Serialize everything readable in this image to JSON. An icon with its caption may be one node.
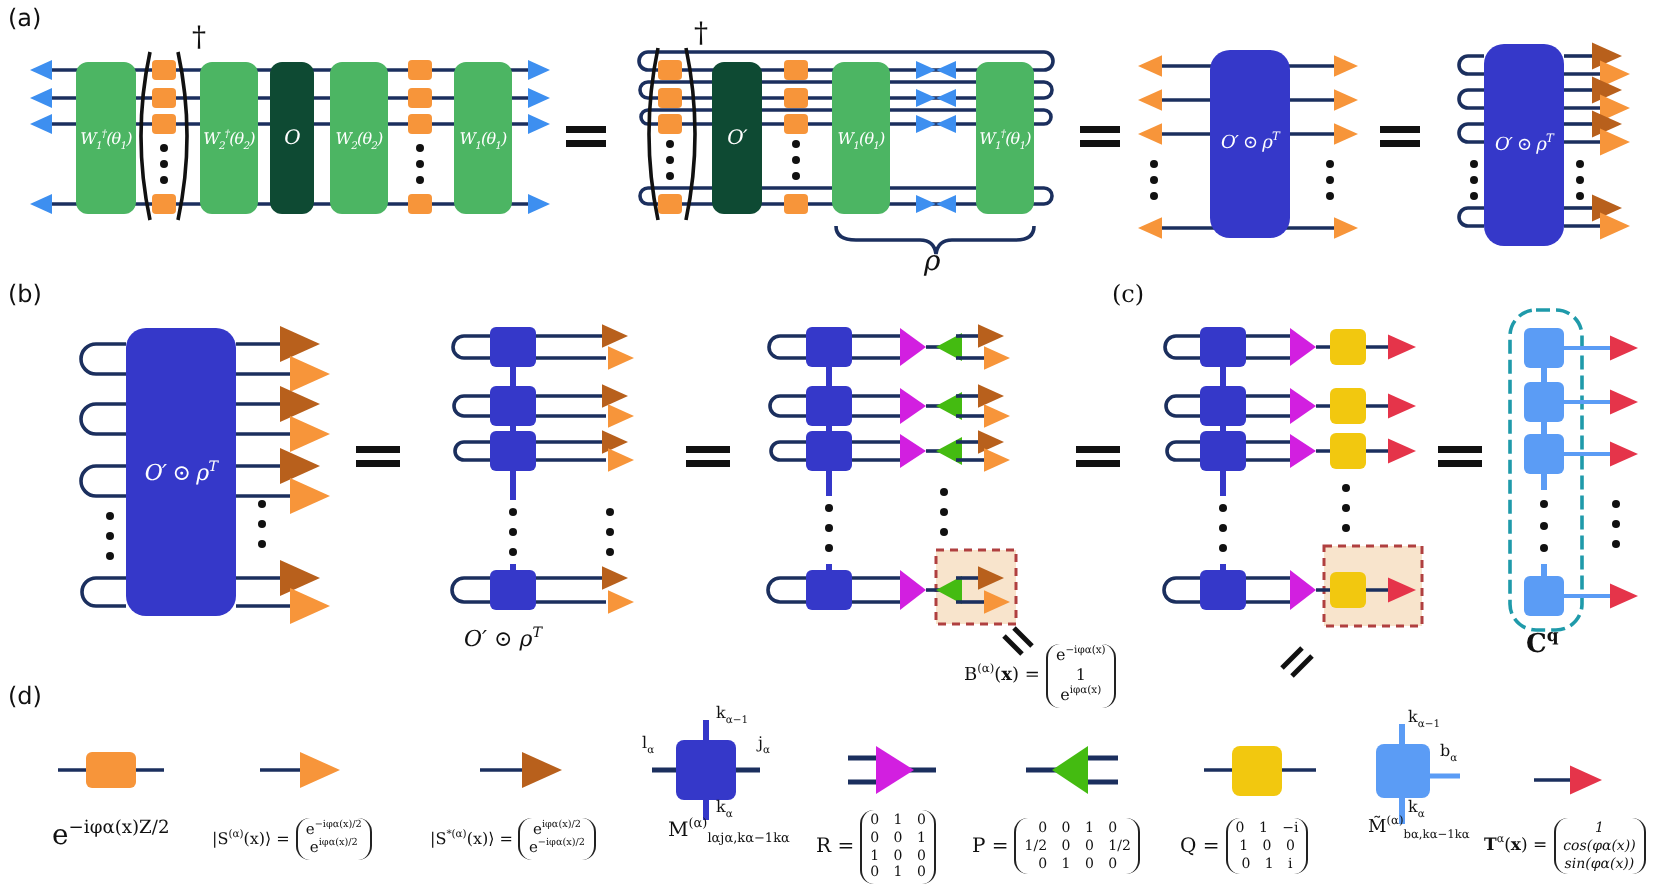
{
  "diagram": {
    "nodes": [
      {
        "text": [
          "W$_{1}$$^{†}$(θ$_{1}$)"
        ]
      },
      {
        "text": [
          "W$_{2}$$^{†}$(θ$_{2}$)"
        ]
      },
      {
        "text": [
          "O"
        ]
      },
      {
        "text": [
          "W$_{2}$(θ$_{2}$)"
        ]
      },
      {
        "text": [
          "W$_{1}$(θ$_{1}$)"
        ]
      },
      {
        "text": [
          "O′"
        ]
      },
      {
        "text": [
          "W$_{1}$(θ$_{1}$)"
        ]
      },
      {
        "text": [
          "W$_{1}$$^{†}$(θ$_{1}$)"
        ]
      },
      {
        "text": [
          "O′ ⊙ ρ$^{T}$"
        ]
      },
      {
        "text": [
          "O′ ⊙ ρ$^{T}$"
        ]
      },
      {
        "text": [
          "O′ ⊙ ρ$^{T}$"
        ]
      }
    ],
    "edges": [
      {
        "from": 9,
        "to": 9,
        "arrow": "none"
      },
      {
        "from": 9,
        "to": 9,
        "arrow": "none"
      },
      {
        "from": 9,
        "to": 9,
        "arrow": "none"
      },
      {
        "from": 9,
        "to": 9,
        "arrow": "none"
      },
      {
        "from": 10,
        "to": 10,
        "arrow": "none"
      },
      {
        "from": 10,
        "to": 10,
        "arrow": "none"
      },
      {
        "from": 10,
        "to": 10,
        "arrow": "none"
      },
      {
        "from": 10,
        "to": 10,
        "arrow": "none"
      }
    ],
    "labels": [
      "(a)",
      "†",
      "†",
      "ρ",
      "(b)",
      "O′ ⊙ ρ$^{T}$",
      "(c)",
      "C$^{q}$",
      "B$^{(α)}$(**x**) =",
      "e$^{−iφα(x)}$",
      "1",
      "e$^{iφα(x)}$",
      "(d)",
      "e$^{−iφα(x)Z/2}$",
      "|S$^{(α)}$(x)⟩ =",
      "e$^{−iφα(x)/2}$",
      "e$^{iφα(x)/2}$",
      "|S$^{*(α)}$(x)⟩ =",
      "e$^{iφα(x)/2}$",
      "e$^{−iφα(x)/2}$",
      "k$_{α−1}$",
      "l$_{α}$",
      "j$_{α}$",
      "k$_{α}$",
      "M$^{(α)}$$_{lαjα,kα−1kα}$",
      "R =",
      "0 1 0",
      "0 0 1",
      "1 0 0",
      "0 1 0",
      "P =",
      "0 0 1 0",
      "1/2 0 0 1/2",
      "0 1 0 0",
      "Q =",
      "0 1 −i",
      "1 0 0",
      "0 1 i",
      "k$_{α−1}$",
      "b$_{α}$",
      "k$_{α}$",
      "M̃$^{(α)}$$_{bα,kα−1kα}$",
      "**T**$^{α}$(**x**) =",
      "1",
      "cos(φα(x))",
      "sin(φα(x))"
    ]
  }
}
